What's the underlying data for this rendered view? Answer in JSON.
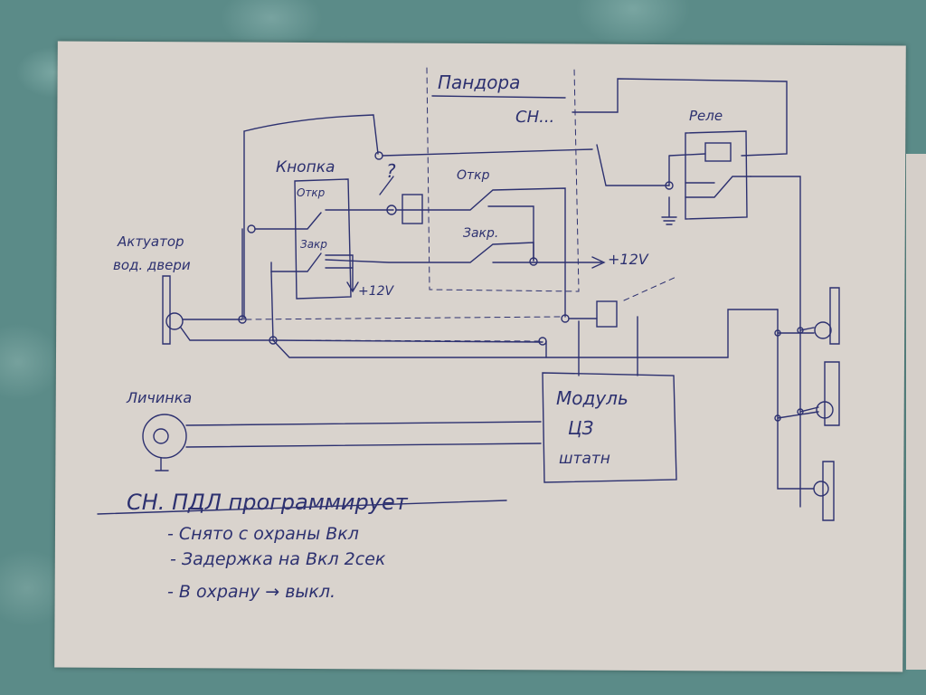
{
  "diagram": {
    "pandora_label": "Пандора",
    "pandora_output": "СН...",
    "relay_label": "Реле",
    "button_label": "Кнопка",
    "button_open": "Откр",
    "button_close": "Закр",
    "question_mark": "?",
    "pandora_open": "Откр",
    "pandora_close": "Закр.",
    "plus12_right": "+12V",
    "plus12_button": "+12V",
    "actuator_label_line1": "Актуатор",
    "actuator_label_line2": "вод. двери",
    "lock_cylinder_label": "Личинка",
    "module_line1": "Модуль",
    "module_line2": "ЦЗ",
    "module_line3": "штатн",
    "notes_title": "СН. ПДЛ программирует",
    "notes": [
      "- Снято с охраны Вкл",
      "- Задержка на Вкл 2сек",
      "- В охрану → выкл."
    ]
  }
}
